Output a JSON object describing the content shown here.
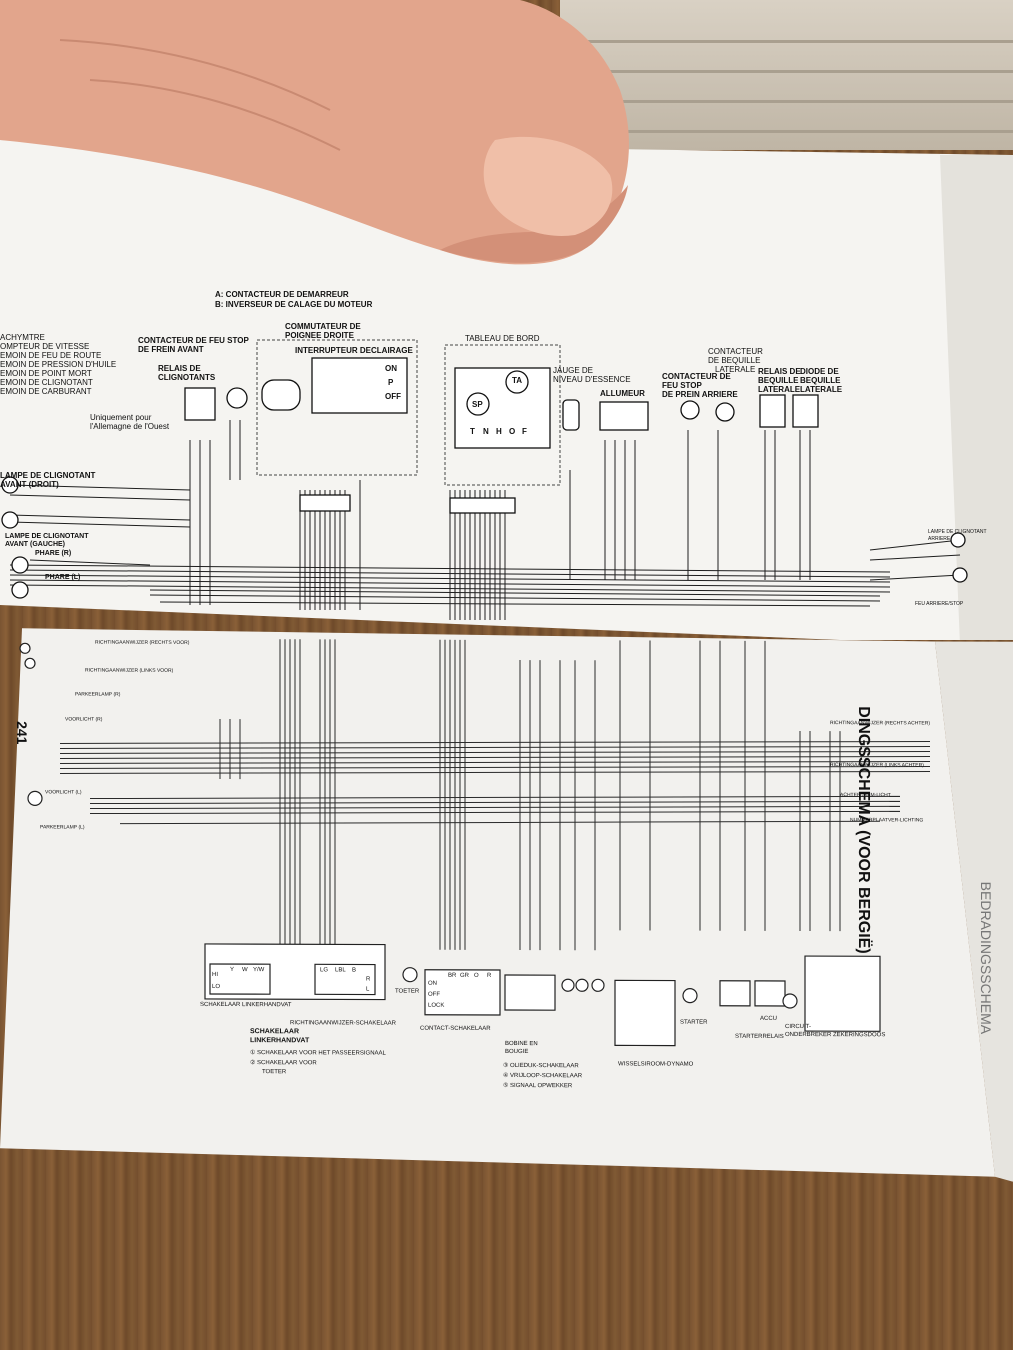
{
  "top_page": {
    "legend": {
      "a": "A:  CONTACTEUR DE DEMARREUR",
      "b": "B:  INVERSEUR DE CALAGE DU MOTEUR"
    },
    "left_list": [
      "ACHYMTRE",
      "OMPTEUR DE VITESSE",
      "EMOIN DE FEU DE ROUTE",
      "EMOIN DE PRESSION D'HUILE",
      "EMOIN DE POINT MORT",
      "EMOIN DE CLIGNOTANT",
      "EMOIN DE CARBURANT"
    ],
    "contacteur_feu_stop_avant": [
      "CONTACTEUR DE FEU STOP",
      "DE FREIN AVANT"
    ],
    "commutateur": [
      "COMMUTATEUR DE",
      "POIGNEE DROITE"
    ],
    "interrupteur": "INTERRUPTEUR DECLAIRAGE",
    "tableau_de_bord": "TABLEAU DE BORD",
    "relais_clignotants": [
      "RELAIS DE",
      "CLIGNOTANTS"
    ],
    "uniquement": [
      "Uniquement pour",
      "l'Allemagne de l'Ouest"
    ],
    "jauge": [
      "JAUGE DE",
      "NIVEAU D'ESSENCE"
    ],
    "allumeur": "ALLUMEUR",
    "contacteur_feu_stop_arriere": [
      "CONTACTEUR DE",
      "FEU STOP",
      "DE PREIN ARRIERE"
    ],
    "contacteur_bequille": [
      "CONTACTEUR",
      "DE BEQUILLE",
      "LATERALE"
    ],
    "relais_bequille": [
      "RELAIS DE",
      "BEQUILLE",
      "LATERALE"
    ],
    "diode_bequille": [
      "DIODE DE",
      "BEQUILLE",
      "LATERALE"
    ],
    "lampe_clignotant_droit": [
      "LAMPE DE CLIGNOTANT",
      "AVANT (DROIT)"
    ],
    "lampe_clignotant_gauche": [
      "LAMPE DE CLIGNOTANT",
      "AVANT (GAUCHE)"
    ],
    "phare_r": "PHARE (R)",
    "phare_l": "PHARE (L)",
    "lampe_clignotant_arriere": [
      "LAMPE DE CLIGNOTANT",
      "ARRIERE"
    ],
    "feu_arriere": "FEU ARRIERE/STOP",
    "interrupteur_cells": [
      "ON",
      "P",
      "OFF"
    ],
    "dash_letters": [
      "SP",
      "TA",
      "T",
      "N",
      "H",
      "O",
      "F"
    ]
  },
  "bottom_page": {
    "page_number": "241",
    "title_vertical": "DINGSSCHEMA (Voor Bergië)",
    "mirror_title": "BEDRADINGSSCHEMA",
    "left_labels": [
      "RICHTINGAANWIJZER (RECHTS VOOR)",
      "RICHTINGAANWIJZER (LINKS VOOR)",
      "PARKEERLAMP (R)",
      "VOORLICHT (R)",
      "VOORLICHT (L)",
      "PARKEERLAMP (L)"
    ],
    "right_labels": [
      "RICHTINGAANWIJZER (RECHTS ACHTER)",
      "RICHTINGAANWIJZER (LINKS ACHTER)",
      "ACHTER-/REM-LICHT",
      "NUMMERPLAATVER-LICHTING"
    ],
    "schakelaar_linkerhandvat": "SCHAKELAAR LINKERHANDVAT",
    "richtingaanwijzer_schakelaar": "RICHTINGAANWIJZER-SCHAKELAAR",
    "schakelaar_block": [
      "SCHAKELAAR",
      "LINKERHANDVAT"
    ],
    "footnotes": [
      "① SCHAKELAAR VOOR HET PASSEERSIGNAAL",
      "② SCHAKELAAR VOOR",
      "TOETER"
    ],
    "toeter": "TOETER",
    "contact_schakelaar": "CONTACT-SCHAKELAAR",
    "bobine": [
      "BOBINE EN",
      "BOUGIE"
    ],
    "footnotes2": [
      "③ OLIEDUK-SCHAKELAAR",
      "④ VRIJLOOP-SCHAKELAAR",
      "⑤ SIGNAAL OPWEKKER"
    ],
    "wisselstroom": "WISSELSIROOM-DYNAMO",
    "starter": "STARTER",
    "accu": "ACCU",
    "starterrelais": "STARTERRELAIS",
    "circuit": [
      "CIRCUIT-",
      "ONDERBREKER ZEKERINGSDOOS"
    ],
    "switch_cells": [
      "HI",
      "LO",
      "Y",
      "W",
      "Y/W",
      "Lg",
      "Lbl",
      "B",
      "R",
      "L"
    ],
    "contact_cells": [
      "ON",
      "OFF",
      "LOCK",
      "Br",
      "Gr",
      "O",
      "R"
    ]
  }
}
